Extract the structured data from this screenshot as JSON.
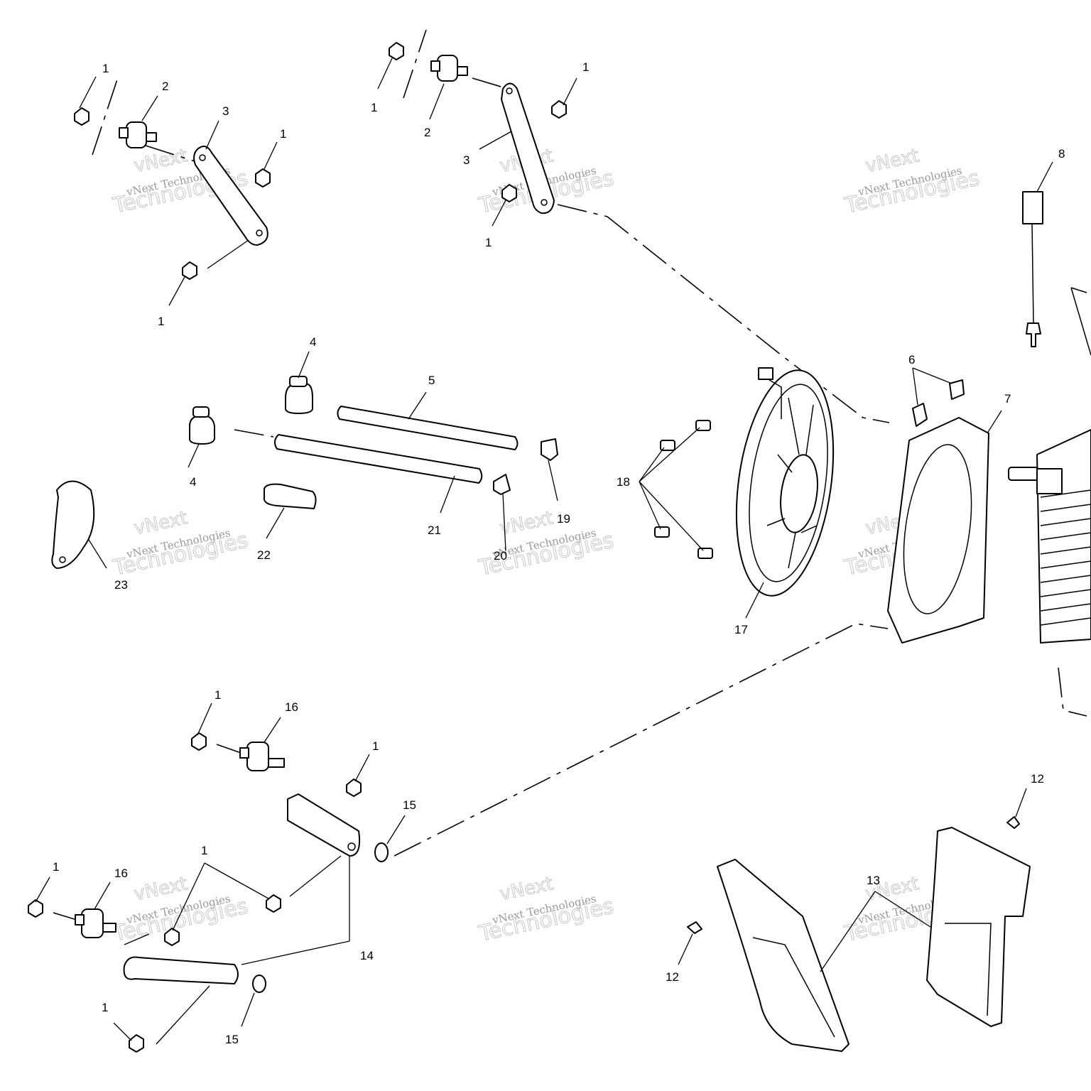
{
  "watermark": {
    "line1": "vNext",
    "line2": "vNext Technologies",
    "line3": "Technologies"
  },
  "callouts": {
    "c1a": "1",
    "c1b": "1",
    "c1c": "1",
    "c1d": "1",
    "c1e": "1",
    "c1f": "1",
    "c1g": "1",
    "c1h": "1",
    "c1i": "1",
    "c1j": "1",
    "c1k": "1",
    "c2a": "2",
    "c2b": "2",
    "c3a": "3",
    "c3b": "3",
    "c4a": "4",
    "c4b": "4",
    "c5": "5",
    "c6": "6",
    "c7": "7",
    "c8": "8",
    "c12a": "12",
    "c12b": "12",
    "c13": "13",
    "c14": "14",
    "c15a": "15",
    "c15b": "15",
    "c16a": "16",
    "c16b": "16",
    "c17": "17",
    "c18": "18",
    "c19": "19",
    "c20": "20",
    "c21": "21",
    "c22": "22",
    "c23": "23"
  }
}
